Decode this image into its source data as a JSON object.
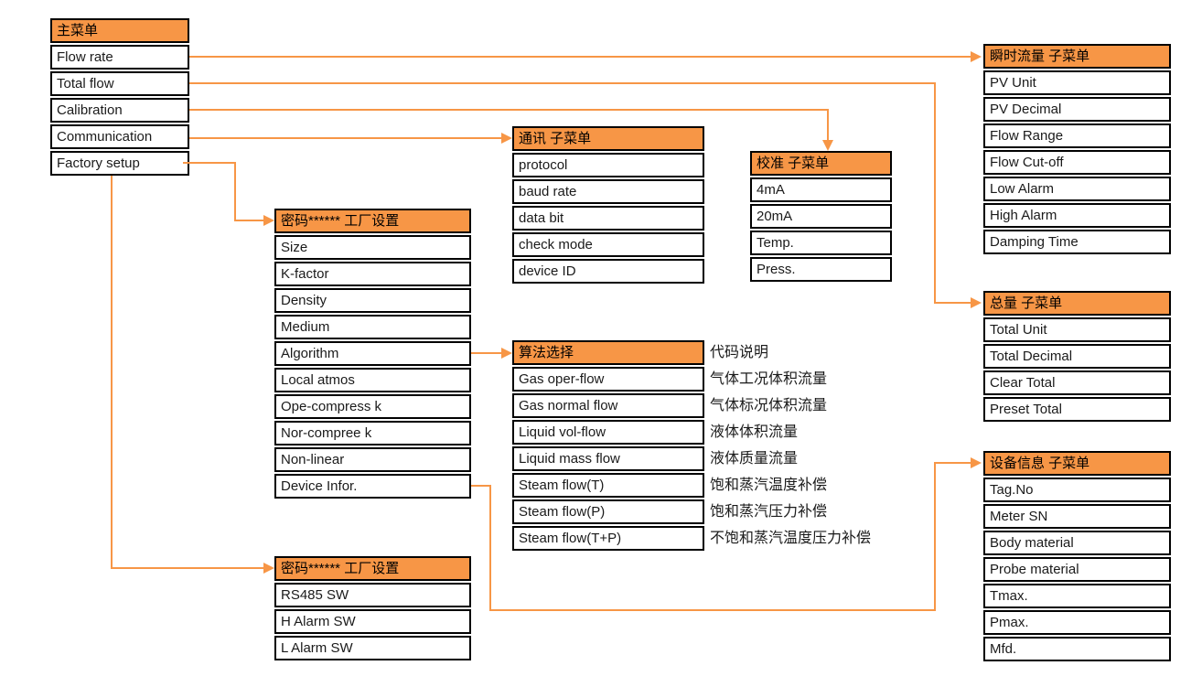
{
  "colors": {
    "accent_orange": "#F79646",
    "box_border": "#000000",
    "box_background": "#ffffff",
    "text": "#1a1a1a"
  },
  "boxes": [
    {
      "id": "main-menu",
      "title": "主菜单",
      "items": [
        "Flow rate",
        "Total flow",
        "Calibration",
        "Communication",
        "Factory setup"
      ]
    },
    {
      "id": "factory-setup",
      "title": "密码****** 工厂设置",
      "items": [
        "Size",
        "K-factor",
        "Density",
        "Medium",
        "Algorithm",
        "Local atmos",
        "Ope-compress k",
        "Nor-compree k",
        "Non-linear",
        "Device Infor."
      ]
    },
    {
      "id": "comm-submenu",
      "title": "通讯 子菜单",
      "items": [
        "protocol",
        "baud rate",
        "data bit",
        "check mode",
        "device ID"
      ]
    },
    {
      "id": "calib-submenu",
      "title": "校准 子菜单",
      "items": [
        "4mA",
        "20mA",
        "Temp.",
        "Press."
      ]
    },
    {
      "id": "instant-flow-submenu",
      "title": "瞬时流量 子菜单",
      "items": [
        "PV Unit",
        "PV Decimal",
        "Flow Range",
        "Flow Cut-off",
        "Low Alarm",
        "High Alarm",
        "Damping Time"
      ]
    },
    {
      "id": "total-submenu",
      "title": "总量 子菜单",
      "items": [
        "Total Unit",
        "Total Decimal",
        "Clear Total",
        "Preset Total"
      ]
    },
    {
      "id": "algorithm-select",
      "title": "算法选择",
      "items": [
        "Gas oper-flow",
        "Gas normal flow",
        "Liquid vol-flow",
        "Liquid mass flow",
        "Steam flow(T)",
        "Steam flow(P)",
        "Steam flow(T+P)"
      ]
    },
    {
      "id": "device-info-submenu",
      "title": "设备信息 子菜单",
      "items": [
        "Tag.No",
        "Meter SN",
        "Body material",
        "Probe material",
        "Tmax.",
        "Pmax.",
        "Mfd."
      ]
    },
    {
      "id": "factory-setup-2",
      "title": "密码****** 工厂设置",
      "items": [
        "RS485 SW",
        "H Alarm SW",
        "L Alarm SW"
      ]
    }
  ],
  "algorithm_notes": {
    "title": "代码说明",
    "items": [
      "气体工况体积流量",
      "气体标况体积流量",
      "液体体积流量",
      "液体质量流量",
      "饱和蒸汽温度补偿",
      "饱和蒸汽压力补偿",
      "不饱和蒸汽温度压力补偿"
    ]
  }
}
